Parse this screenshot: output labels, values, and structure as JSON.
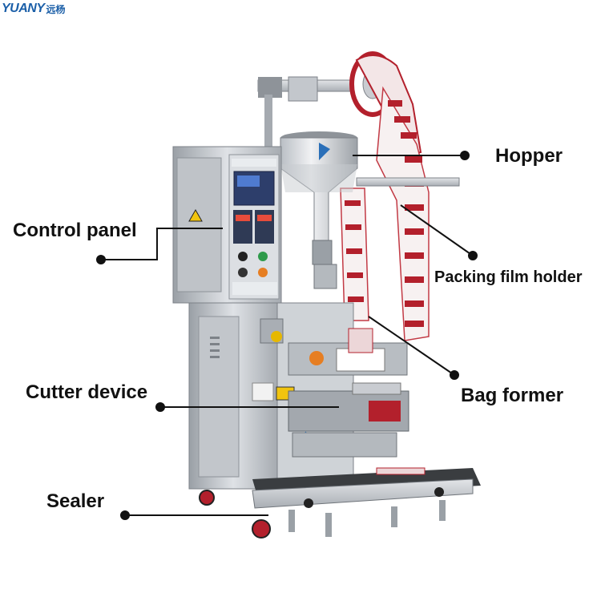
{
  "logo": {
    "text": "YUANY",
    "chinese": "远杨",
    "color": "#1b5fa8"
  },
  "callouts": {
    "hopper": "Hopper",
    "control_panel": "Control panel",
    "packing_film_holder": "Packing film holder",
    "bag_former": "Bag former",
    "cutter_device": "Cutter device",
    "sealer": "Sealer"
  },
  "colors": {
    "steel": "#c9ccd1",
    "steel_dark": "#8e9399",
    "film_red": "#b3202c",
    "panel_blue": "#3d5fa8",
    "button_green": "#2e9a4a",
    "button_orange": "#e67e22",
    "line": "#111111"
  }
}
